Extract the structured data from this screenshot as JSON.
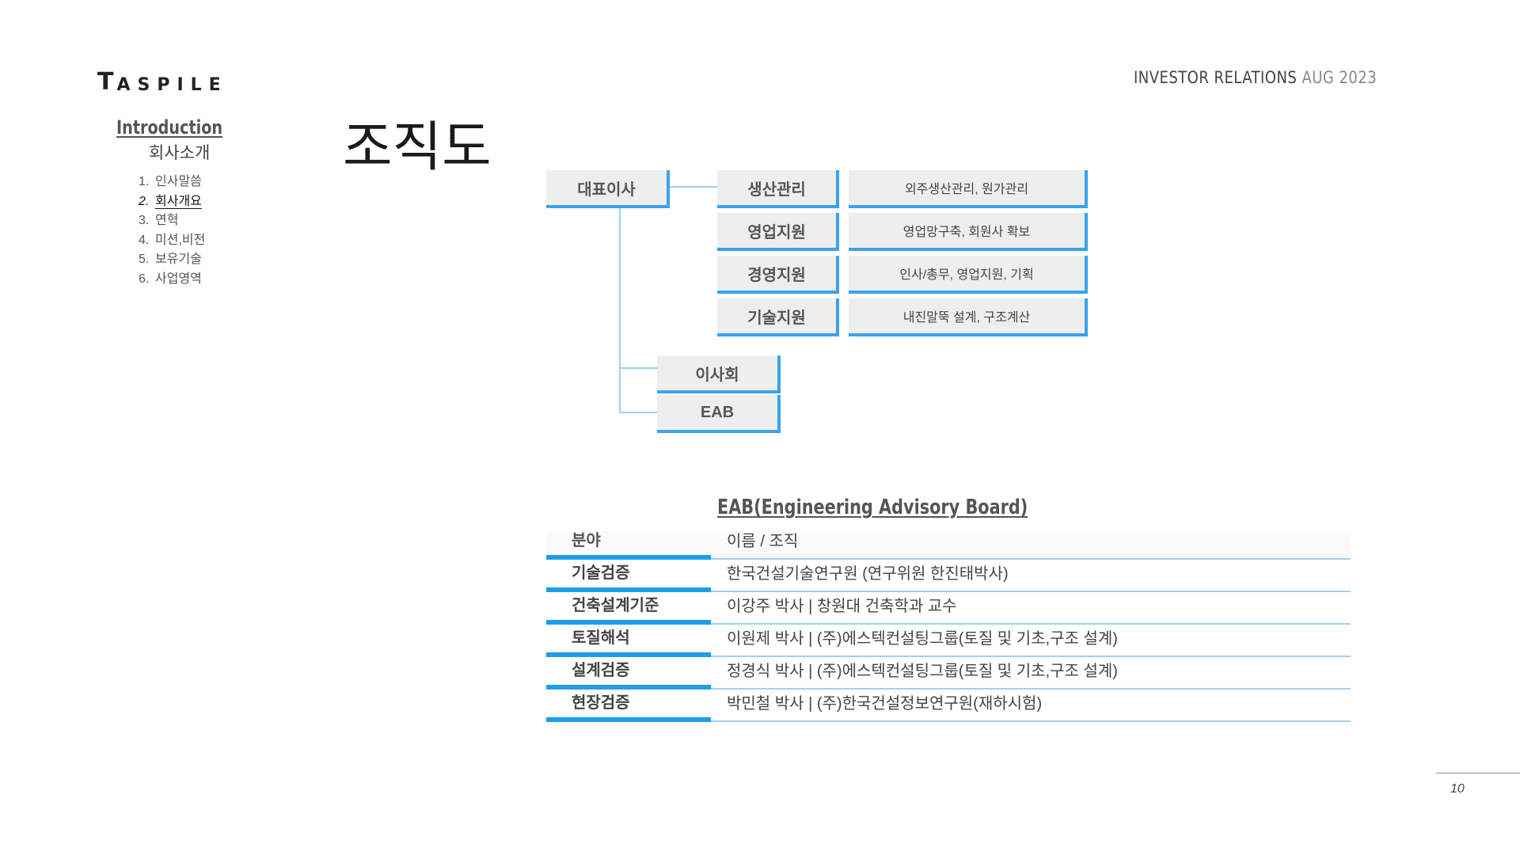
{
  "header": {
    "logo": {
      "mark": "T",
      "rest": "ASPILE"
    },
    "right_label": "INVESTOR RELATIONS",
    "right_date": "AUG 2023"
  },
  "nav": {
    "section": "Introduction",
    "section_ko": "회사소개",
    "items": [
      {
        "num": "1.",
        "label": "인사말씀"
      },
      {
        "num": "2.",
        "label": "회사개요"
      },
      {
        "num": "3.",
        "label": "연혁"
      },
      {
        "num": "4.",
        "label": "미션,비전"
      },
      {
        "num": "5.",
        "label": "보유기술"
      },
      {
        "num": "6.",
        "label": "사업영역"
      }
    ]
  },
  "page_title": "조직도",
  "org": {
    "ceo": "대표이사",
    "departments": [
      {
        "name": "생산관리",
        "desc": "외주생산관리, 원가관리"
      },
      {
        "name": "영업지원",
        "desc": "영업망구축, 회원사 확보"
      },
      {
        "name": "경영지원",
        "desc": "인사/총무, 영업지원, 기획"
      },
      {
        "name": "기술지원",
        "desc": "내진말뚝 설계, 구조계산"
      }
    ],
    "board": "이사회",
    "eab": "EAB"
  },
  "eab_table": {
    "title": "EAB(Engineering Advisory Board)",
    "header": {
      "field": "분야",
      "value": "이름 / 조직"
    },
    "rows": [
      {
        "field": "기술검증",
        "value": "한국건설기술연구원 (연구위원  한진태박사)"
      },
      {
        "field": "건축설계기준",
        "value": "이강주 박사 | 창원대 건축학과 교수"
      },
      {
        "field": "토질해석",
        "value": "이원제 박사 | (주)에스텍컨설팅그룹(토질 및 기초,구조 설계)"
      },
      {
        "field": "설계검증",
        "value": "정경식 박사 | (주)에스텍컨설팅그룹(토질 및 기초,구조 설계)"
      },
      {
        "field": "현장검증",
        "value": "박민철 박사 | (주)한국건설정보연구원(재하시험)"
      }
    ]
  },
  "page_number": "10",
  "colors": {
    "accent": "#1f9ee8",
    "box_bg": "#eeeeee",
    "line": "#9fd0f4"
  }
}
